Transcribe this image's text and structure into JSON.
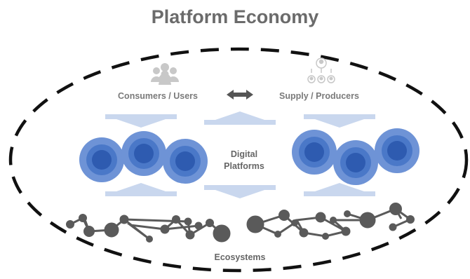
{
  "title": "Platform Economy",
  "labels": {
    "consumers": "Consumers / Users",
    "supply": "Supply / Producers",
    "digital_line1": "Digital",
    "digital_line2": "Platforms",
    "ecosystems": "Ecosystems"
  },
  "colors": {
    "title": "#6b6b6b",
    "circle_outer": "#6e93d6",
    "circle_mid": "#4a78c8",
    "circle_inner": "#2e5bb0",
    "arrow_fill": "#c9d7ee",
    "network": "#5a5a5a",
    "ellipse": "#111111"
  },
  "icons": {
    "consumers": "group-of-people-icon",
    "supply": "producer-network-icon",
    "exchange": "double-arrow-icon"
  }
}
